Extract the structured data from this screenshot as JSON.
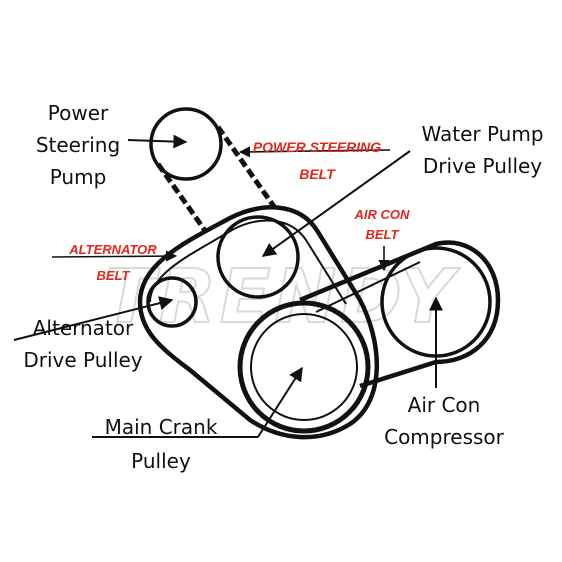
{
  "labels": {
    "power_steering_pump": [
      "Power",
      "Steering",
      "Pump"
    ],
    "water_pump_drive_pulley": [
      "Water Pump",
      "Drive Pulley"
    ],
    "power_steering_belt": [
      "POWER STEERING",
      "BELT"
    ],
    "air_con_belt": [
      "AIR CON",
      "BELT"
    ],
    "alternator_belt": [
      "ALTERNATOR",
      "BELT"
    ],
    "alternator_drive_pulley": [
      "Alternator",
      "Drive Pulley"
    ],
    "main_crank_pulley": [
      "Main Crank",
      "Pulley"
    ],
    "air_con_compressor": [
      "Air Con",
      "Compressor"
    ]
  },
  "watermark": "TRENDY",
  "colors": {
    "belt_label": "#e0281e",
    "ink": "#111111",
    "watermark": "#d9d9d9"
  }
}
